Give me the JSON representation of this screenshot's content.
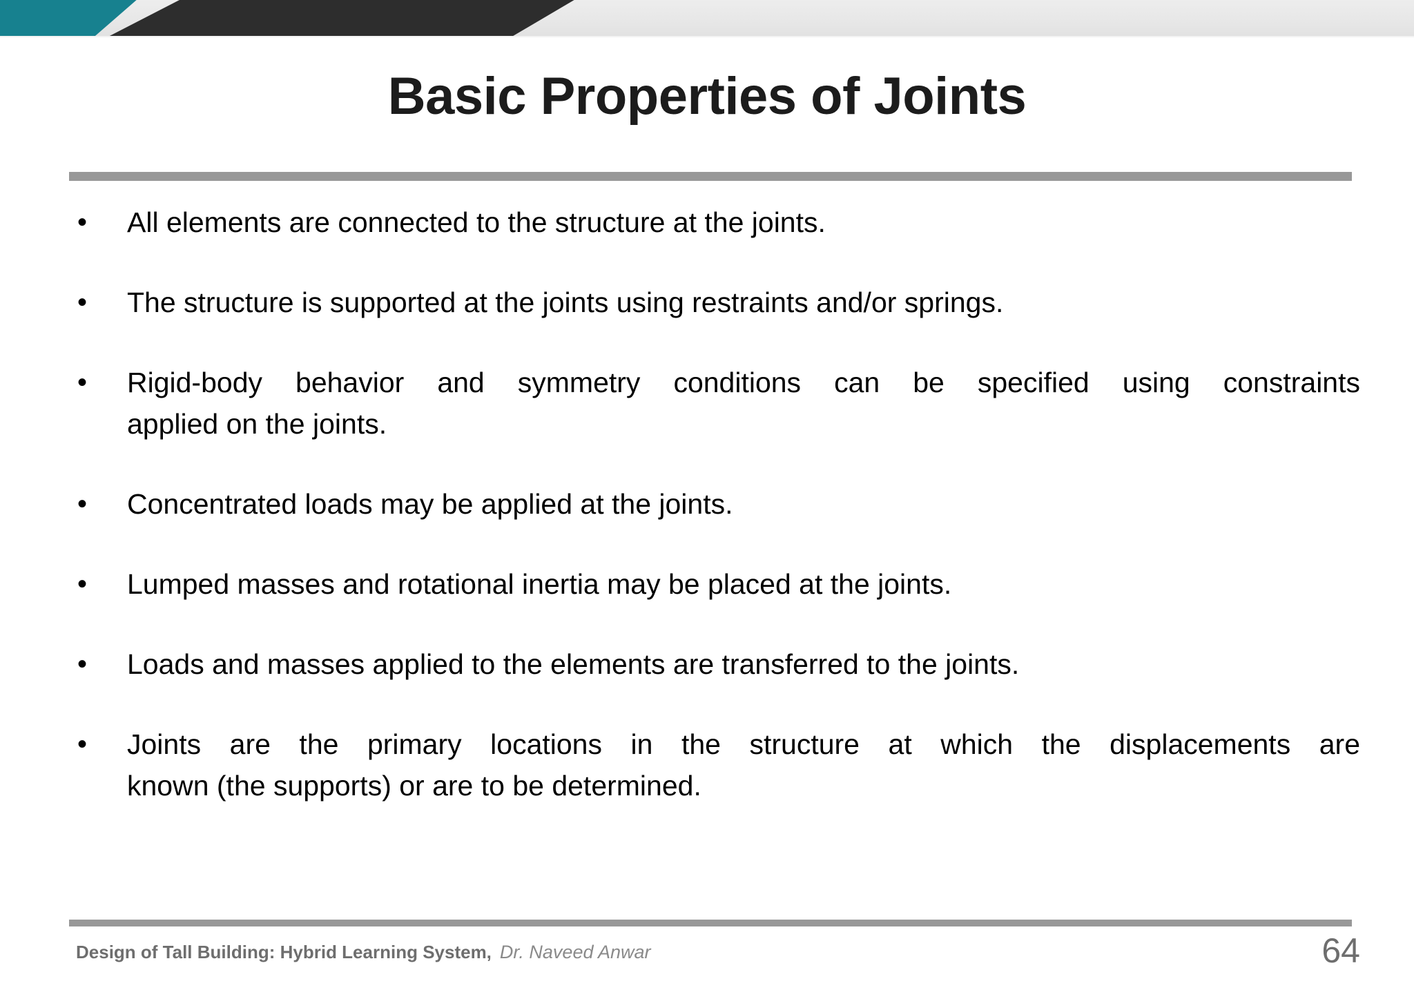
{
  "slide": {
    "title": "Basic Properties of Joints",
    "bullet_marker": "•",
    "bullets": [
      {
        "id": "bullet-1",
        "lines": [
          "All elements are connected to the structure at the joints."
        ],
        "justified": false
      },
      {
        "id": "bullet-2",
        "lines": [
          "The structure is supported at the joints using restraints and/or springs."
        ],
        "justified": false
      },
      {
        "id": "bullet-3",
        "lines": [
          "Rigid-body behavior and symmetry conditions can be specified using constraints",
          "applied on the joints."
        ],
        "justified": true
      },
      {
        "id": "bullet-4",
        "lines": [
          "Concentrated loads may be applied at the joints."
        ],
        "justified": false
      },
      {
        "id": "bullet-5",
        "lines": [
          "Lumped masses and rotational inertia may be placed at the joints."
        ],
        "justified": false
      },
      {
        "id": "bullet-6",
        "lines": [
          "Loads and masses applied to the elements are transferred to the joints."
        ],
        "justified": false
      },
      {
        "id": "bullet-7",
        "lines": [
          "Joints are the primary locations in the structure at which the displacements are",
          "known (the supports) or are to be determined."
        ],
        "justified": true
      }
    ]
  },
  "footer": {
    "course": "Design of Tall Building: Hybrid Learning System,",
    "author": "Dr. Naveed Anwar",
    "page_number": "64"
  },
  "theme": {
    "accent_teal": "#17818f",
    "accent_dark": "#2d2d2d",
    "band_gray": "#e9e9e9",
    "rule_gray": "#989898",
    "text_black": "#000000",
    "footer_gray": "#6e6e6e",
    "title_black": "#1c1c1c",
    "background": "#ffffff"
  }
}
